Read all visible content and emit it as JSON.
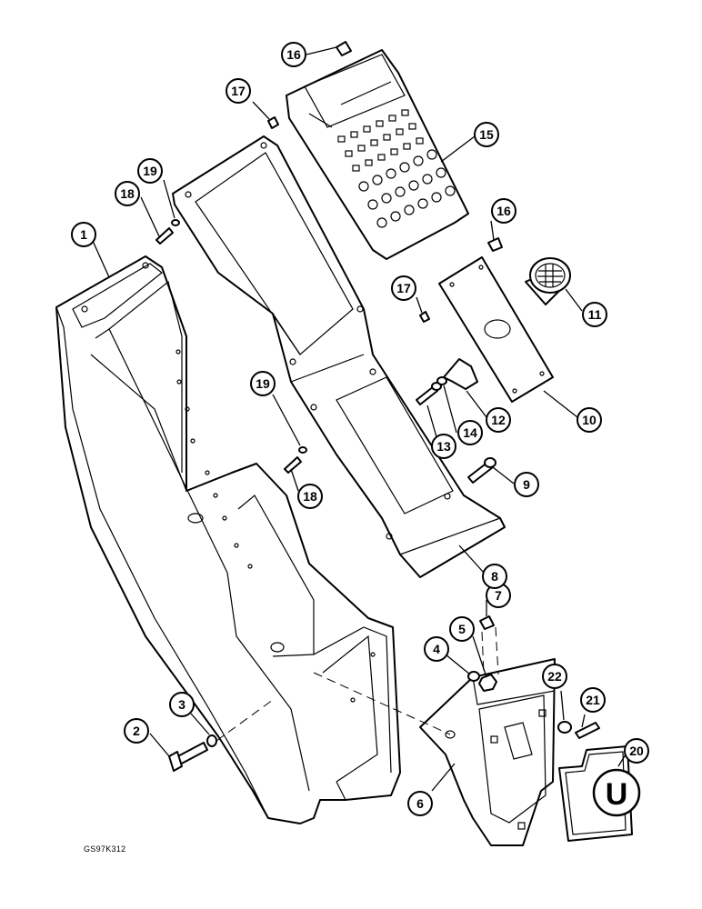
{
  "callouts": [
    "1",
    "2",
    "3",
    "4",
    "5",
    "6",
    "7",
    "8",
    "9",
    "10",
    "11",
    "12",
    "13",
    "14",
    "15",
    "16",
    "17",
    "18",
    "19",
    "20",
    "21",
    "22"
  ],
  "symbol_letter": "U",
  "drawing_code": "GS97K312"
}
